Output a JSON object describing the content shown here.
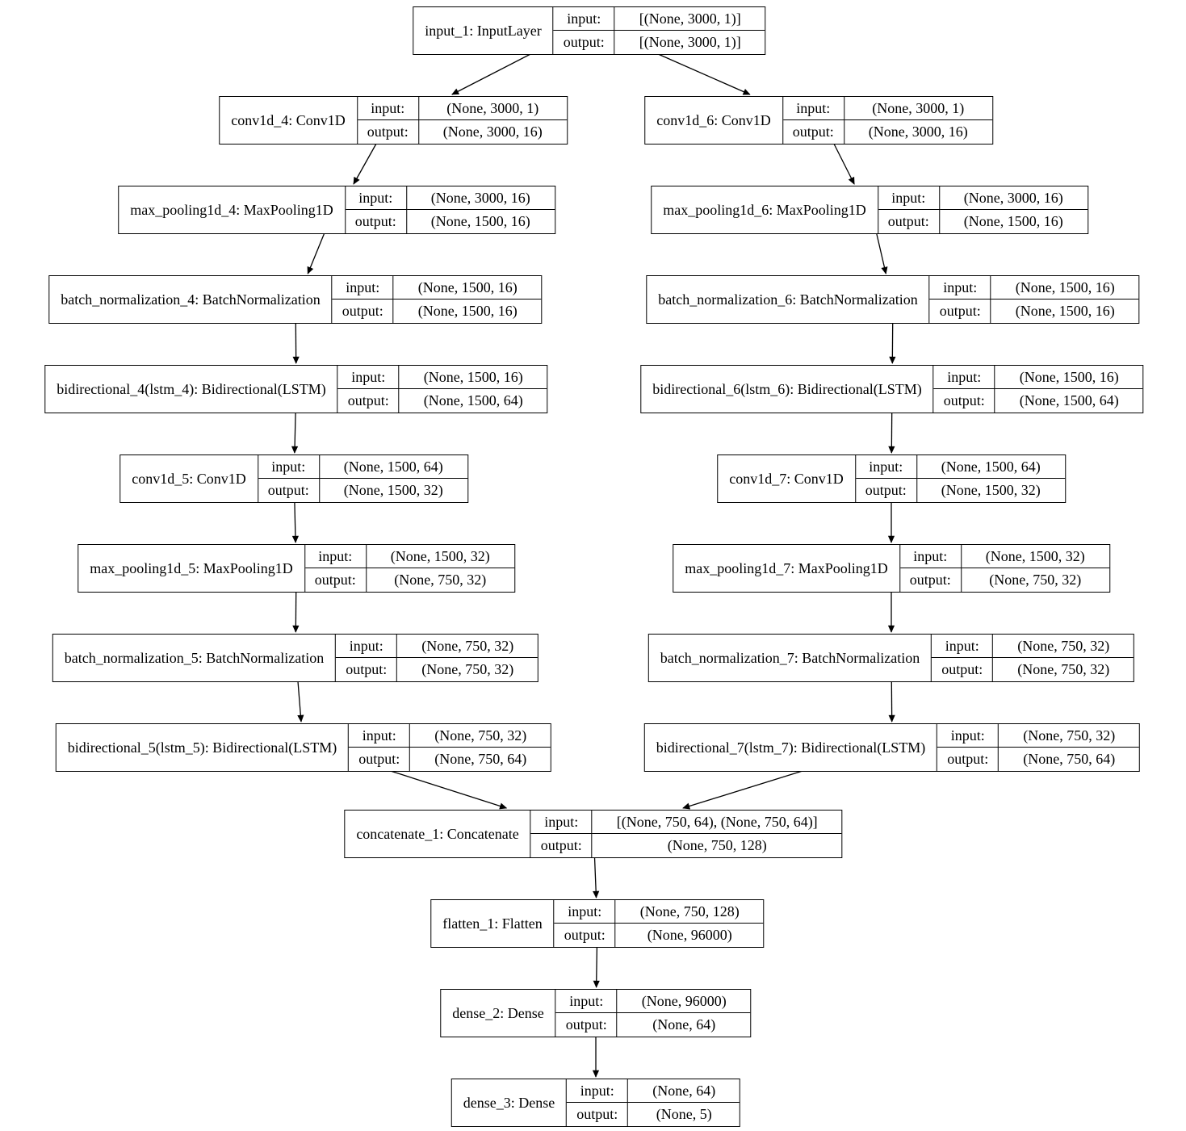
{
  "colors": {
    "background": "#ffffff",
    "node_fill": "#ffffff",
    "node_border": "#000000",
    "edge": "#000000",
    "text": "#000000"
  },
  "diagram": {
    "io_labels": {
      "input": "input:",
      "output": "output:"
    },
    "nodes": [
      {
        "id": "input_1",
        "label": "input_1: InputLayer",
        "input": "[(None, 3000, 1)]",
        "output": "[(None, 3000, 1)]"
      },
      {
        "id": "conv1d_4",
        "label": "conv1d_4: Conv1D",
        "input": "(None, 3000, 1)",
        "output": "(None, 3000, 16)"
      },
      {
        "id": "conv1d_6",
        "label": "conv1d_6: Conv1D",
        "input": "(None, 3000, 1)",
        "output": "(None, 3000, 16)"
      },
      {
        "id": "max_pooling1d_4",
        "label": "max_pooling1d_4: MaxPooling1D",
        "input": "(None, 3000, 16)",
        "output": "(None, 1500, 16)"
      },
      {
        "id": "max_pooling1d_6",
        "label": "max_pooling1d_6: MaxPooling1D",
        "input": "(None, 3000, 16)",
        "output": "(None, 1500, 16)"
      },
      {
        "id": "batch_normalization_4",
        "label": "batch_normalization_4: BatchNormalization",
        "input": "(None, 1500, 16)",
        "output": "(None, 1500, 16)"
      },
      {
        "id": "batch_normalization_6",
        "label": "batch_normalization_6: BatchNormalization",
        "input": "(None, 1500, 16)",
        "output": "(None, 1500, 16)"
      },
      {
        "id": "bidirectional_4",
        "label": "bidirectional_4(lstm_4): Bidirectional(LSTM)",
        "input": "(None, 1500, 16)",
        "output": "(None, 1500, 64)"
      },
      {
        "id": "bidirectional_6",
        "label": "bidirectional_6(lstm_6): Bidirectional(LSTM)",
        "input": "(None, 1500, 16)",
        "output": "(None, 1500, 64)"
      },
      {
        "id": "conv1d_5",
        "label": "conv1d_5: Conv1D",
        "input": "(None, 1500, 64)",
        "output": "(None, 1500, 32)"
      },
      {
        "id": "conv1d_7",
        "label": "conv1d_7: Conv1D",
        "input": "(None, 1500, 64)",
        "output": "(None, 1500, 32)"
      },
      {
        "id": "max_pooling1d_5",
        "label": "max_pooling1d_5: MaxPooling1D",
        "input": "(None, 1500, 32)",
        "output": "(None, 750, 32)"
      },
      {
        "id": "max_pooling1d_7",
        "label": "max_pooling1d_7: MaxPooling1D",
        "input": "(None, 1500, 32)",
        "output": "(None, 750, 32)"
      },
      {
        "id": "batch_normalization_5",
        "label": "batch_normalization_5: BatchNormalization",
        "input": "(None, 750, 32)",
        "output": "(None, 750, 32)"
      },
      {
        "id": "batch_normalization_7",
        "label": "batch_normalization_7: BatchNormalization",
        "input": "(None, 750, 32)",
        "output": "(None, 750, 32)"
      },
      {
        "id": "bidirectional_5",
        "label": "bidirectional_5(lstm_5): Bidirectional(LSTM)",
        "input": "(None, 750, 32)",
        "output": "(None, 750, 64)"
      },
      {
        "id": "bidirectional_7",
        "label": "bidirectional_7(lstm_7): Bidirectional(LSTM)",
        "input": "(None, 750, 32)",
        "output": "(None, 750, 64)"
      },
      {
        "id": "concatenate_1",
        "label": "concatenate_1: Concatenate",
        "input": "[(None, 750, 64), (None, 750, 64)]",
        "output": "(None, 750, 128)"
      },
      {
        "id": "flatten_1",
        "label": "flatten_1: Flatten",
        "input": "(None, 750, 128)",
        "output": "(None, 96000)"
      },
      {
        "id": "dense_2",
        "label": "dense_2: Dense",
        "input": "(None, 96000)",
        "output": "(None, 64)"
      },
      {
        "id": "dense_3",
        "label": "dense_3: Dense",
        "input": "(None, 64)",
        "output": "(None, 5)"
      }
    ],
    "edges": [
      [
        "input_1",
        "conv1d_4"
      ],
      [
        "input_1",
        "conv1d_6"
      ],
      [
        "conv1d_4",
        "max_pooling1d_4"
      ],
      [
        "max_pooling1d_4",
        "batch_normalization_4"
      ],
      [
        "batch_normalization_4",
        "bidirectional_4"
      ],
      [
        "bidirectional_4",
        "conv1d_5"
      ],
      [
        "conv1d_5",
        "max_pooling1d_5"
      ],
      [
        "max_pooling1d_5",
        "batch_normalization_5"
      ],
      [
        "batch_normalization_5",
        "bidirectional_5"
      ],
      [
        "bidirectional_5",
        "concatenate_1"
      ],
      [
        "conv1d_6",
        "max_pooling1d_6"
      ],
      [
        "max_pooling1d_6",
        "batch_normalization_6"
      ],
      [
        "batch_normalization_6",
        "bidirectional_6"
      ],
      [
        "bidirectional_6",
        "conv1d_7"
      ],
      [
        "conv1d_7",
        "max_pooling1d_7"
      ],
      [
        "max_pooling1d_7",
        "batch_normalization_7"
      ],
      [
        "batch_normalization_7",
        "bidirectional_7"
      ],
      [
        "bidirectional_7",
        "concatenate_1"
      ],
      [
        "concatenate_1",
        "flatten_1"
      ],
      [
        "flatten_1",
        "dense_2"
      ],
      [
        "dense_2",
        "dense_3"
      ]
    ]
  }
}
